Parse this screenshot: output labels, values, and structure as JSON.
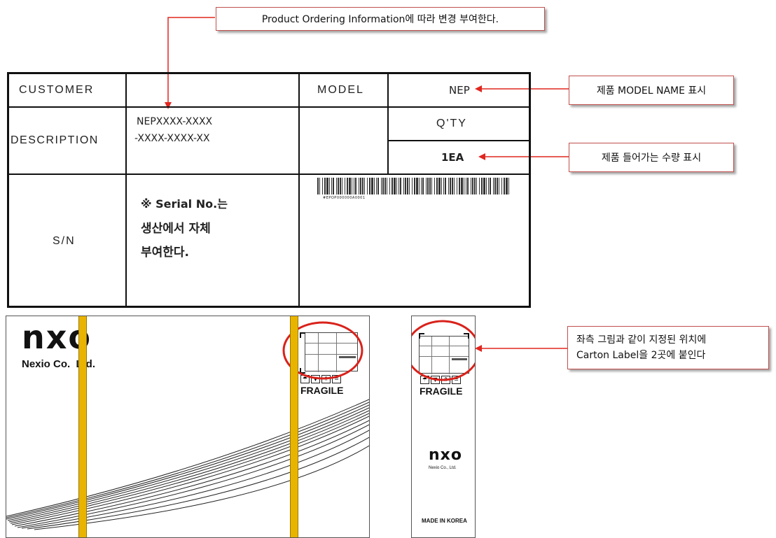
{
  "callouts": {
    "top": "Product Ordering Information에 따라  변경 부여한다.",
    "model": "제품 MODEL NAME 표시",
    "qty": "제품 들어가는 수량 표시",
    "carton_line1": "좌측 그림과 같이 지정된 위치에",
    "carton_line2": "Carton Label을  2곳에 붙인다"
  },
  "label": {
    "customer_label": "CUSTOMER",
    "customer_value": "",
    "model_label": "MODEL",
    "model_value": "NEP",
    "description_label": "DESCRIPTION",
    "description_line1": "NEPXXXX-XXXX",
    "description_line2": "-XXXX-XXXX-XX",
    "qty_label": "Q'TY",
    "qty_value": "1EA",
    "sn_label": "S/N",
    "serial_line1": "※ Serial No.는",
    "serial_line2": "생산에서 자체",
    "serial_line3": "부여한다.",
    "barcode_text": "#EPOP000000A0001"
  },
  "box_front": {
    "logo": "nxo",
    "company": "Nexio Co.  Ltd.",
    "fragile": "FRAGILE"
  },
  "box_side": {
    "fragile": "FRAGILE",
    "logo": "nxo",
    "company": "Nexio Co., Ltd.",
    "origin": "MADE IN KOREA"
  },
  "colors": {
    "arrow": "#e0261f",
    "callout_border": "#c0504d",
    "strap": "#e8b400",
    "highlight_circle": "#d9221b"
  }
}
